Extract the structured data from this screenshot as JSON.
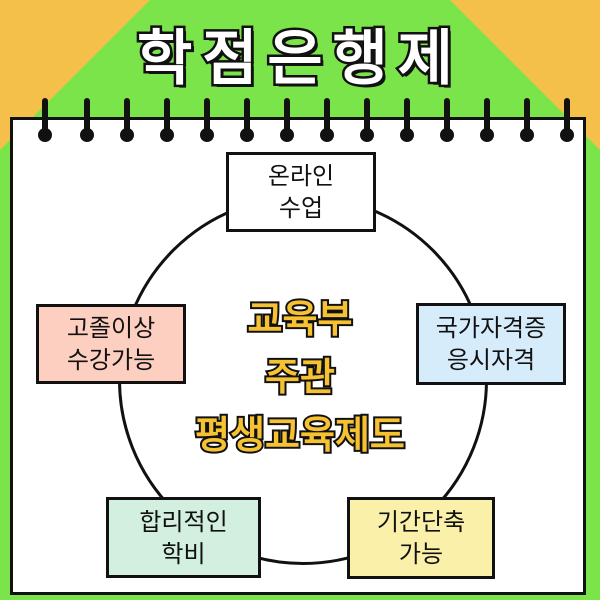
{
  "title": "학점은행제",
  "center_text": "교육부\n주관\n평생교육제도",
  "nodes": {
    "top": {
      "label": "온라인\n수업",
      "color": "#ffffff"
    },
    "left": {
      "label": "고졸이상\n수강가능",
      "color": "#fccfc1"
    },
    "right": {
      "label": "국가자격증\n응시자격",
      "color": "#d6ecfb"
    },
    "bottom_left": {
      "label": "합리적인\n학비",
      "color": "#d2efdf"
    },
    "bottom_right": {
      "label": "기간단축\n가능",
      "color": "#fbf0a9"
    }
  },
  "colors": {
    "background": "#7be44a",
    "corner_accent": "#f5c04a",
    "center_text_fill": "#f6c232"
  },
  "decorations": {
    "ring_icon": "spiral-binding-ring-icon"
  }
}
